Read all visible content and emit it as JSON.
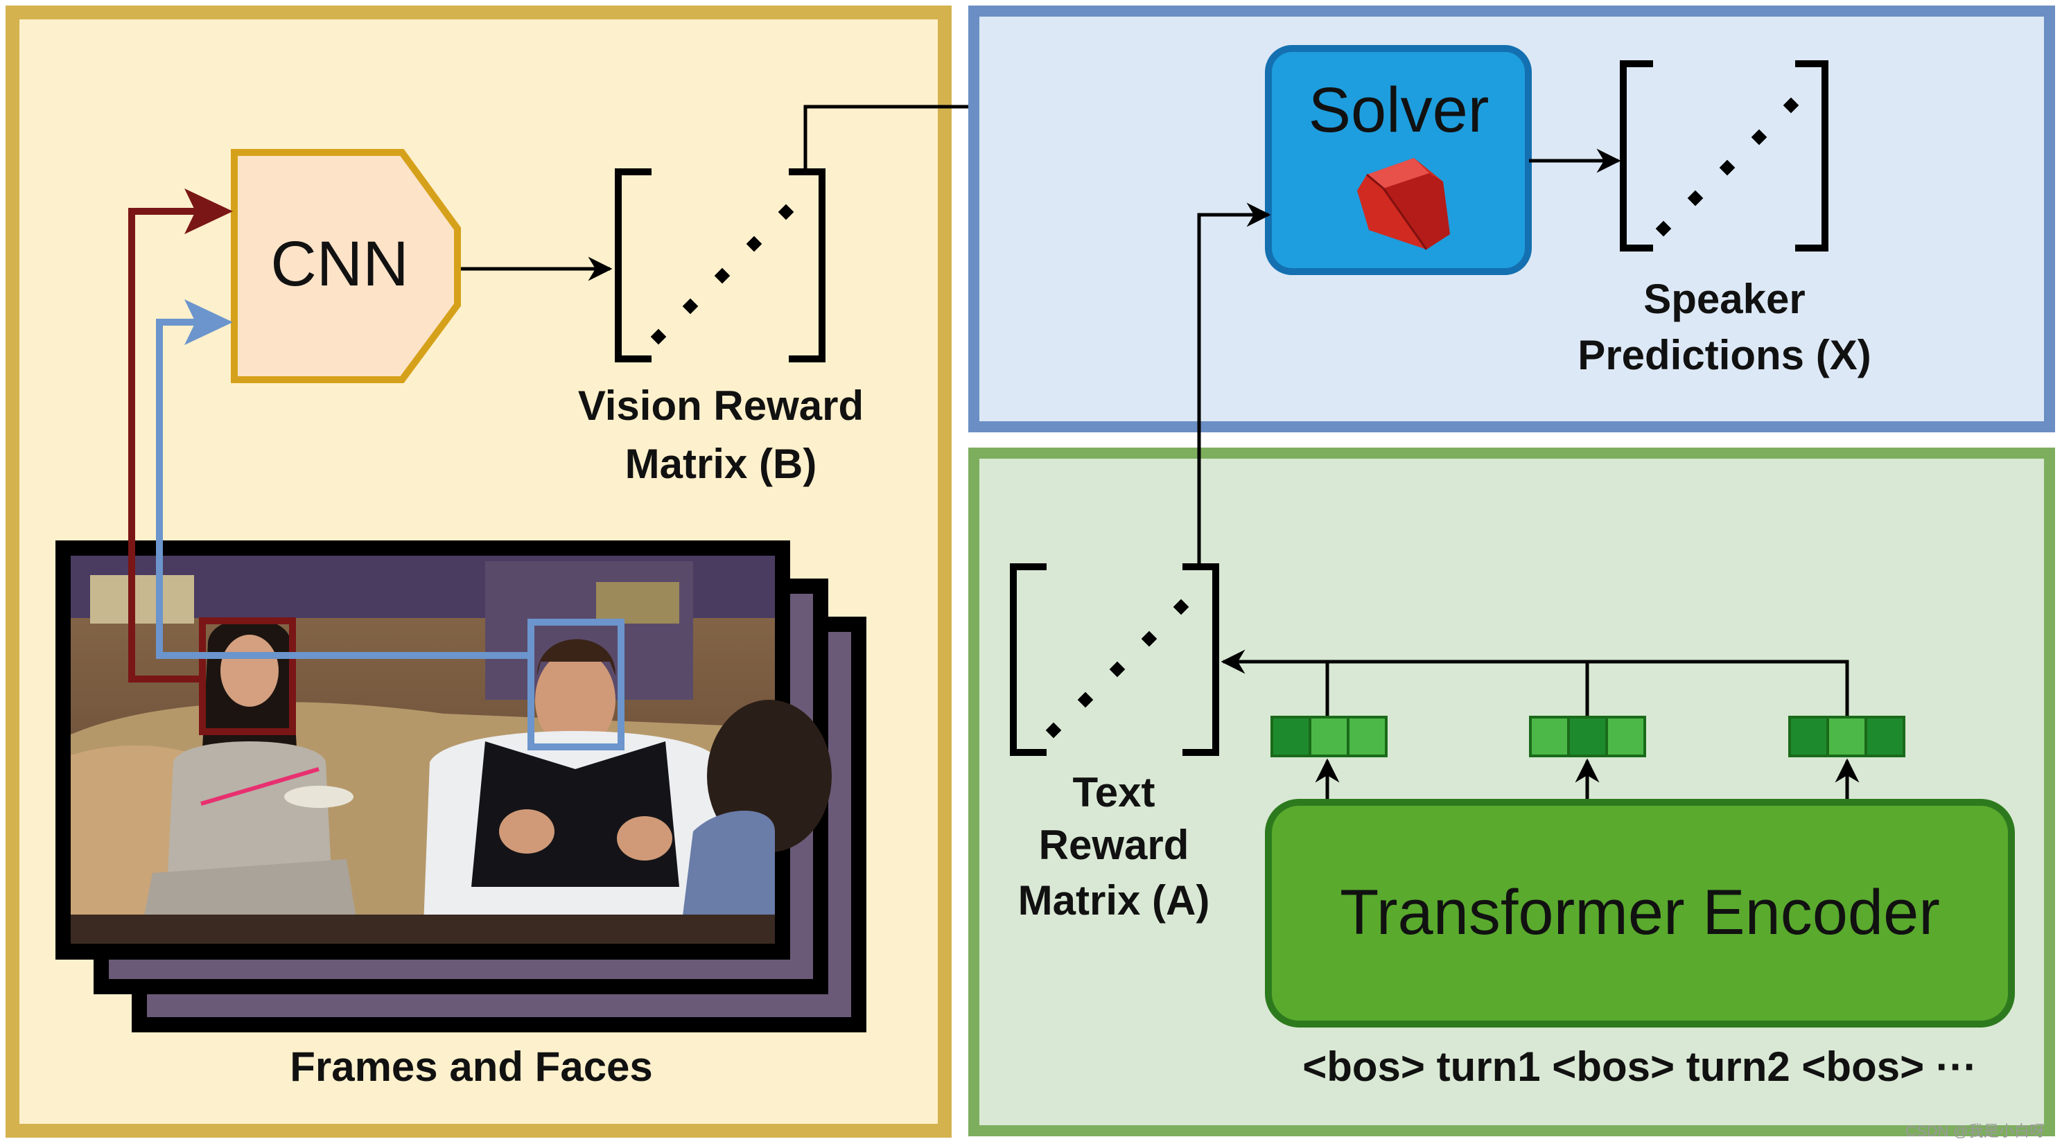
{
  "labels": {
    "cnn": "CNN",
    "vision_line1": "Vision  Reward",
    "vision_line2": "Matrix (B)",
    "frames": "Frames and Faces",
    "solver": "Solver",
    "speaker_line1": "Speaker",
    "speaker_line2": "Predictions (X)",
    "text_line1": "Text",
    "text_line2": "Reward",
    "text_line3": "Matrix (A)",
    "transformer": "Transformer Encoder",
    "tokens": "<bos> turn1 <bos> turn2 <bos> ···",
    "watermark": "CSDN @我是小白呀"
  },
  "colors": {
    "vision_panel_fill": "#fdf0cc",
    "vision_panel_border": "#d4b24e",
    "solver_panel_fill": "#dce8f5",
    "solver_panel_border": "#6b8ec4",
    "text_panel_fill": "#d9e8d4",
    "text_panel_border": "#7dae5e",
    "cnn_fill": "#fde3c8",
    "cnn_border": "#d6a11a",
    "solver_fill": "#1e9ede",
    "solver_border": "#1470b0",
    "transformer_fill": "#5aaa2e",
    "transformer_border": "#2d7a1e",
    "token_dark": "#1e8a2e",
    "token_light": "#4cb848",
    "face_box_red": "#7a1616",
    "face_box_blue": "#6b95cc"
  }
}
